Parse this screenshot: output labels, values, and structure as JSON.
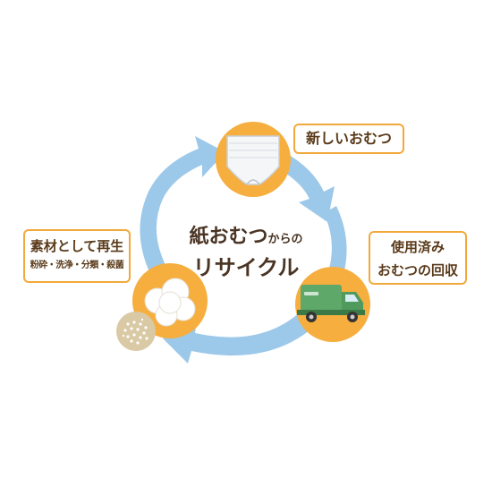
{
  "colors": {
    "arrow": "#9cc8ea",
    "circle": "#f6ae3f",
    "label_border": "#f2a93b",
    "text": "#5a3a1a",
    "truck": "#5ea86a"
  },
  "center_title": {
    "line1_main": "紙おむつ",
    "line1_small": "からの",
    "line2": "リサイクル"
  },
  "stages": {
    "new_diaper": {
      "label": "新しいおむつ",
      "icon": "diaper-icon"
    },
    "collection": {
      "line1": "使用済み",
      "line2": "おむつの回収",
      "icon": "garbage-truck-icon"
    },
    "recycle": {
      "line1": "素材として再生",
      "line2": "粉砕・洗浄・分類・殺菌",
      "icon": "cotton-icon",
      "sub_icon": "pulp-granules-icon"
    }
  }
}
